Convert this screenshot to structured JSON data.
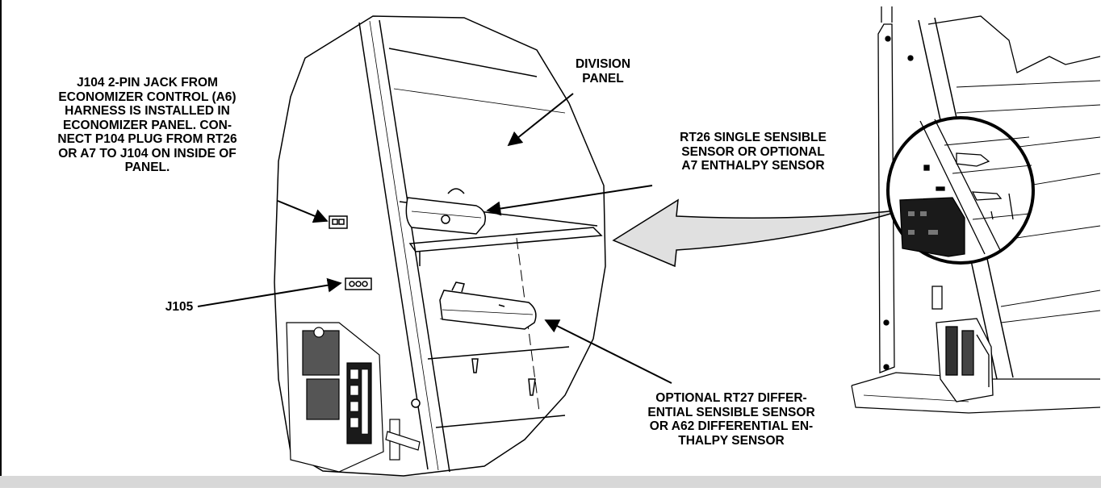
{
  "callouts": {
    "j104": [
      "J104 2-PIN JACK FROM",
      "ECONOMIZER CONTROL (A6)",
      "HARNESS IS INSTALLED IN",
      "ECONOMIZER PANEL. CON-",
      "NECT P104 PLUG FROM RT26",
      "OR A7 TO J104 ON INSIDE OF",
      "PANEL."
    ],
    "j105": [
      "J105"
    ],
    "division_panel": [
      "DIVISION",
      "PANEL"
    ],
    "rt26": [
      "RT26 SINGLE SENSIBLE",
      "SENSOR OR OPTIONAL",
      "A7 ENTHALPY SENSOR"
    ],
    "rt27": [
      "OPTIONAL RT27 DIFFER-",
      "ENTIAL SENSIBLE SENSOR",
      "OR A62 DIFFERENTIAL EN-",
      "THALPY SENSOR"
    ]
  },
  "colors": {
    "line": "#000000",
    "background": "#ffffff",
    "zoom_arrow_fill": "#e0e0e0",
    "dark_part": "#1a1a1a",
    "frame_gray": "#d8d8d8"
  }
}
